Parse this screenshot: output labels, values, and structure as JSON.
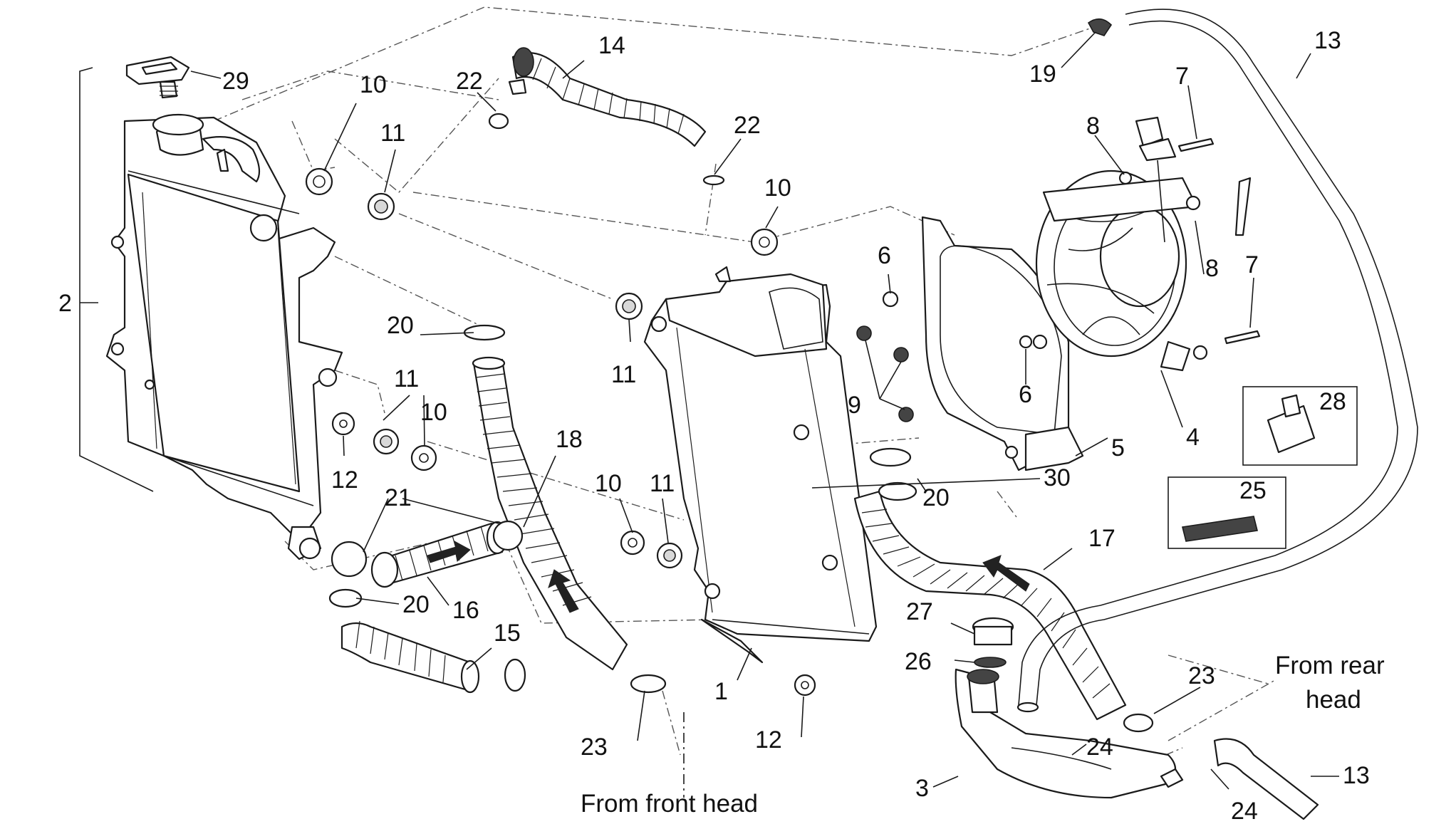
{
  "callouts": [
    {
      "id": "c29",
      "text": "29"
    },
    {
      "id": "c10a",
      "text": "10"
    },
    {
      "id": "c11a",
      "text": "11"
    },
    {
      "id": "c22a",
      "text": "22"
    },
    {
      "id": "c14",
      "text": "14"
    },
    {
      "id": "c22b",
      "text": "22"
    },
    {
      "id": "c19",
      "text": "19"
    },
    {
      "id": "c13a",
      "text": "13"
    },
    {
      "id": "c7a",
      "text": "7"
    },
    {
      "id": "c8a",
      "text": "8"
    },
    {
      "id": "c10b",
      "text": "10"
    },
    {
      "id": "c2",
      "text": "2"
    },
    {
      "id": "c6a",
      "text": "6"
    },
    {
      "id": "c20a",
      "text": "20"
    },
    {
      "id": "c11b",
      "text": "11"
    },
    {
      "id": "c8b",
      "text": "8"
    },
    {
      "id": "c7b",
      "text": "7"
    },
    {
      "id": "c11c",
      "text": "11"
    },
    {
      "id": "c10c",
      "text": "10"
    },
    {
      "id": "c6b",
      "text": "6"
    },
    {
      "id": "c9",
      "text": "9"
    },
    {
      "id": "c28",
      "text": "28"
    },
    {
      "id": "c12a",
      "text": "12"
    },
    {
      "id": "c18",
      "text": "18"
    },
    {
      "id": "c4",
      "text": "4"
    },
    {
      "id": "c5",
      "text": "5"
    },
    {
      "id": "c21",
      "text": "21"
    },
    {
      "id": "c10d",
      "text": "10"
    },
    {
      "id": "c11d",
      "text": "11"
    },
    {
      "id": "c30",
      "text": "30"
    },
    {
      "id": "c20b",
      "text": "20"
    },
    {
      "id": "c25",
      "text": "25"
    },
    {
      "id": "c17",
      "text": "17"
    },
    {
      "id": "c20c",
      "text": "20"
    },
    {
      "id": "c16",
      "text": "16"
    },
    {
      "id": "c15",
      "text": "15"
    },
    {
      "id": "c27",
      "text": "27"
    },
    {
      "id": "c1",
      "text": "1"
    },
    {
      "id": "c26",
      "text": "26"
    },
    {
      "id": "c23a",
      "text": "23"
    },
    {
      "id": "c12b",
      "text": "12"
    },
    {
      "id": "c23b",
      "text": "23"
    },
    {
      "id": "c24a",
      "text": "24"
    },
    {
      "id": "c13b",
      "text": "13"
    },
    {
      "id": "c3",
      "text": "3"
    },
    {
      "id": "c24b",
      "text": "24"
    }
  ],
  "notes": {
    "front_head": "From front head",
    "rear_head_line1": "From rear",
    "rear_head_line2": "head"
  }
}
